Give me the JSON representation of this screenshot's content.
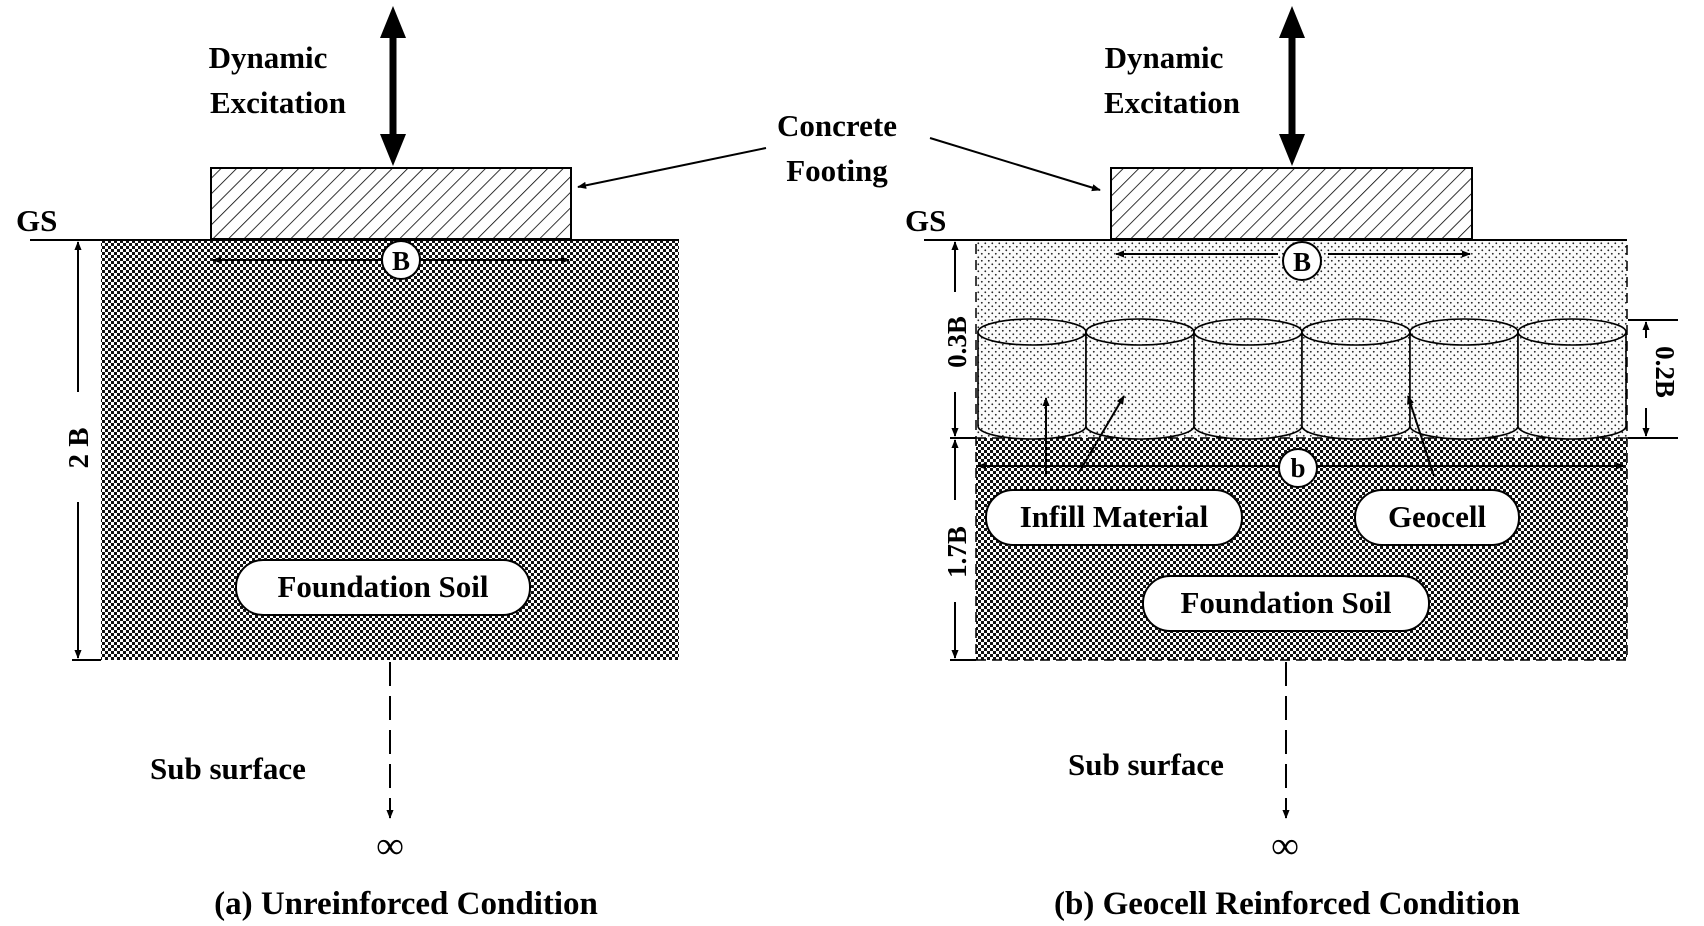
{
  "annotation": {
    "concrete_footing_line1": "Concrete",
    "concrete_footing_line2": "Footing"
  },
  "panel_a": {
    "excitation_line1": "Dynamic",
    "excitation_line2": "Excitation",
    "ground_surface": "GS",
    "footing_width": "B",
    "depth": "2 B",
    "soil_label": "Foundation Soil",
    "subsurface": "Sub surface",
    "infinity": "∞",
    "caption": "(a) Unreinforced Condition"
  },
  "panel_b": {
    "excitation_line1": "Dynamic",
    "excitation_line2": "Excitation",
    "ground_surface": "GS",
    "footing_width": "B",
    "reinforced_width": "b",
    "top_depth": "0.3B",
    "geocell_height": "0.2B",
    "lower_depth": "1.7B",
    "infill_label": "Infill Material",
    "geocell_label": "Geocell",
    "soil_label": "Foundation Soil",
    "subsurface": "Sub surface",
    "infinity": "∞",
    "caption": "(b) Geocell Reinforced Condition"
  }
}
